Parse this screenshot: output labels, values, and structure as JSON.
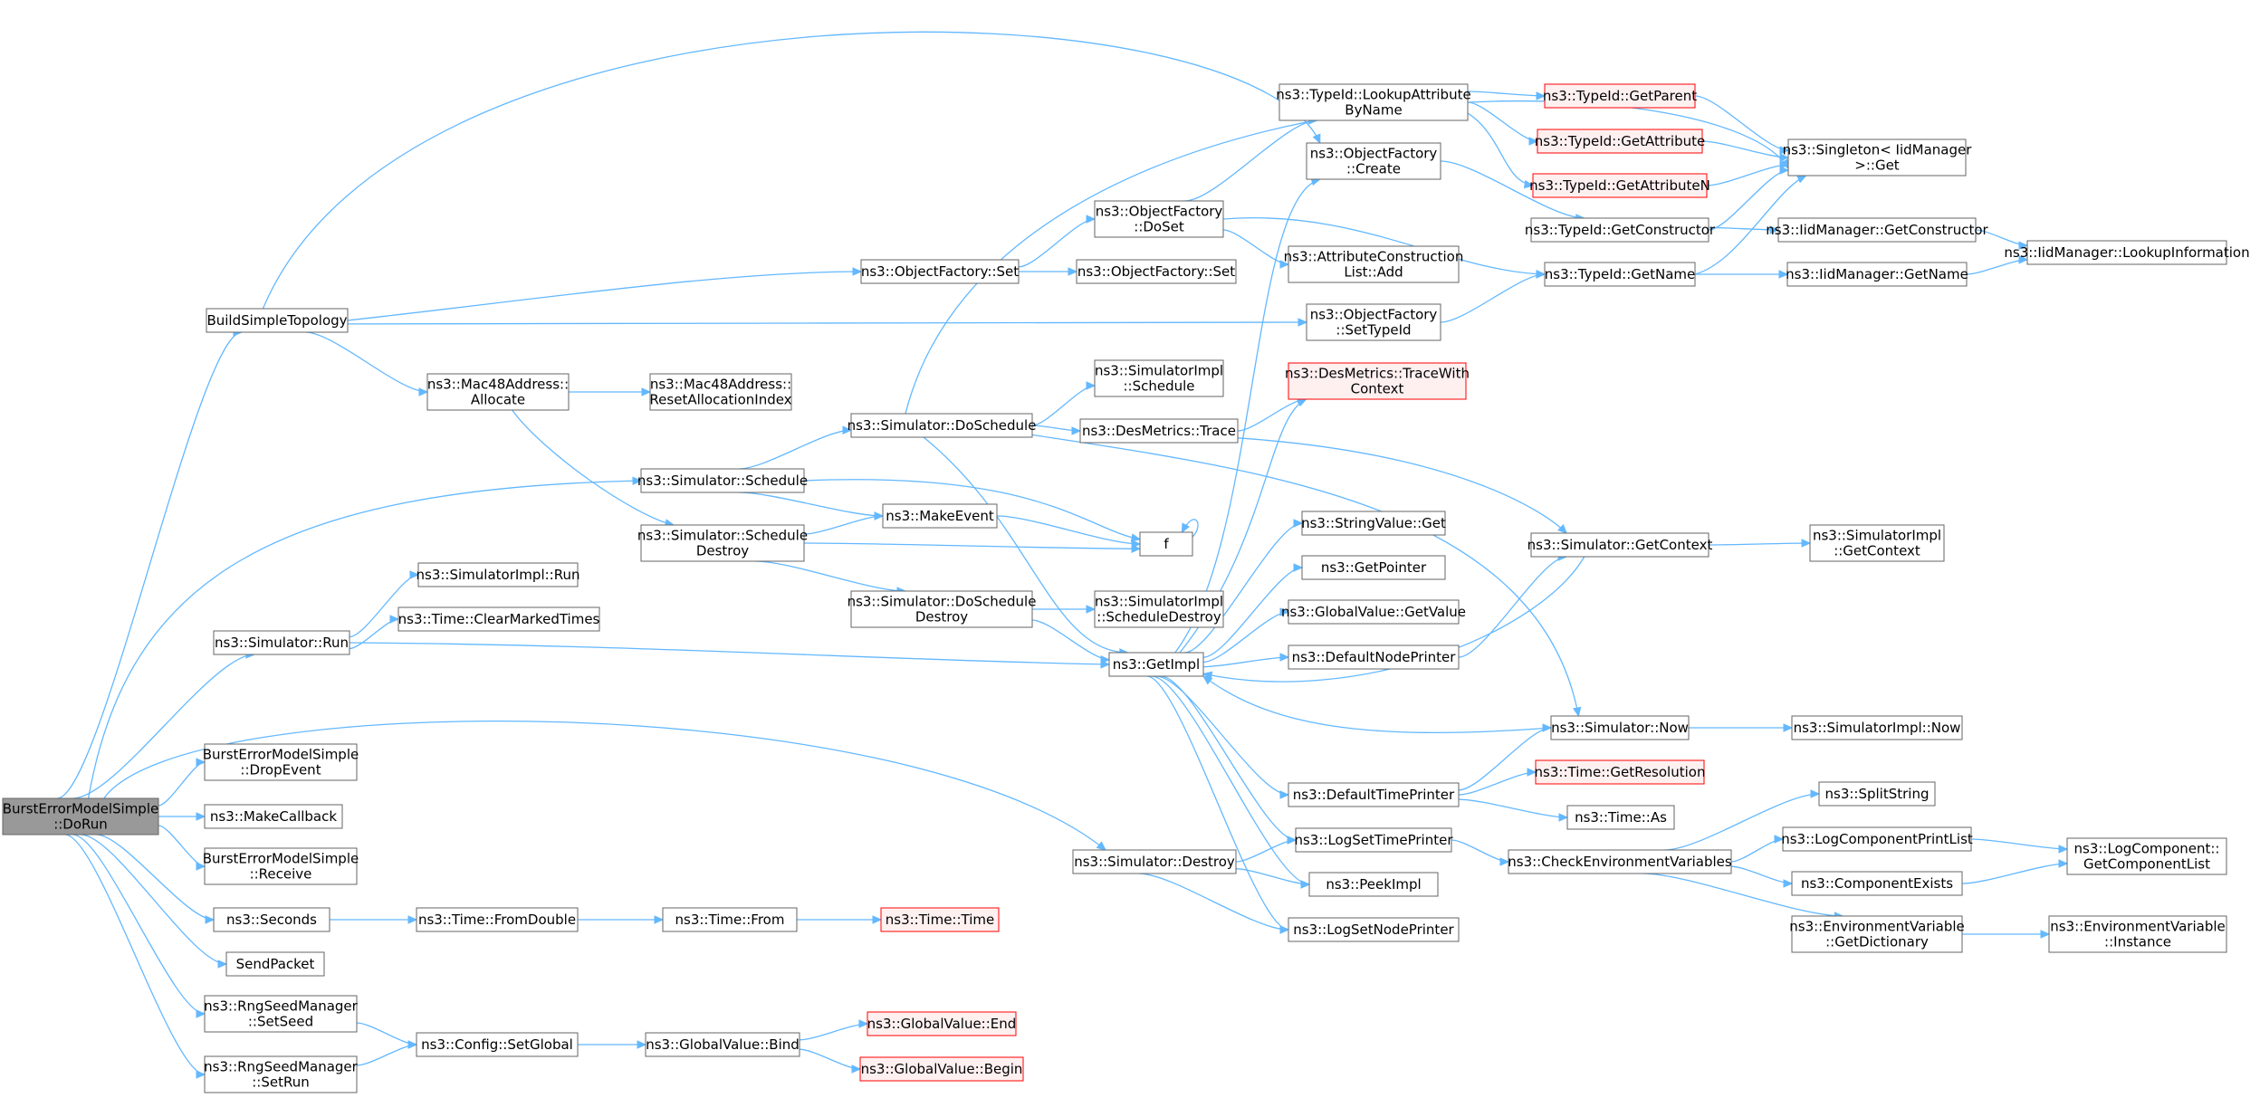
{
  "nodes": [
    {
      "id": "root",
      "lines": [
        "BurstErrorModelSimple",
        "::DoRun"
      ],
      "style": "root"
    },
    {
      "id": "bst",
      "lines": [
        "BuildSimpleTopology"
      ]
    },
    {
      "id": "dropev",
      "lines": [
        "BurstErrorModelSimple",
        "::DropEvent"
      ]
    },
    {
      "id": "mkcb",
      "lines": [
        "ns3::MakeCallback"
      ]
    },
    {
      "id": "recv",
      "lines": [
        "BurstErrorModelSimple",
        "::Receive"
      ]
    },
    {
      "id": "seconds",
      "lines": [
        "ns3::Seconds"
      ]
    },
    {
      "id": "sendp",
      "lines": [
        "SendPacket"
      ]
    },
    {
      "id": "setseed",
      "lines": [
        "ns3::RngSeedManager",
        "::SetSeed"
      ]
    },
    {
      "id": "setrun",
      "lines": [
        "ns3::RngSeedManager",
        "::SetRun"
      ]
    },
    {
      "id": "simrun",
      "lines": [
        "ns3::Simulator::Run"
      ]
    },
    {
      "id": "mac48alloc",
      "lines": [
        "ns3::Mac48Address::",
        "Allocate"
      ]
    },
    {
      "id": "mac48reset",
      "lines": [
        "ns3::Mac48Address::",
        "ResetAllocationIndex"
      ]
    },
    {
      "id": "simsched",
      "lines": [
        "ns3::Simulator::Schedule"
      ]
    },
    {
      "id": "simschedd",
      "lines": [
        "ns3::Simulator::Schedule",
        "Destroy"
      ]
    },
    {
      "id": "simimplrun",
      "lines": [
        "ns3::SimulatorImpl::Run"
      ]
    },
    {
      "id": "clrmarked",
      "lines": [
        "ns3::Time::ClearMarkedTimes"
      ]
    },
    {
      "id": "fromdouble",
      "lines": [
        "ns3::Time::FromDouble"
      ]
    },
    {
      "id": "timefrom",
      "lines": [
        "ns3::Time::From"
      ]
    },
    {
      "id": "timetime",
      "lines": [
        "ns3::Time::Time"
      ],
      "style": "red"
    },
    {
      "id": "cfgsetglobal",
      "lines": [
        "ns3::Config::SetGlobal"
      ]
    },
    {
      "id": "gvbind",
      "lines": [
        "ns3::GlobalValue::Bind"
      ]
    },
    {
      "id": "gvend",
      "lines": [
        "ns3::GlobalValue::End"
      ],
      "style": "red"
    },
    {
      "id": "gvbegin",
      "lines": [
        "ns3::GlobalValue::Begin"
      ],
      "style": "red"
    },
    {
      "id": "ofset",
      "lines": [
        "ns3::ObjectFactory::Set"
      ]
    },
    {
      "id": "ofset2",
      "lines": [
        "ns3::ObjectFactory::Set"
      ]
    },
    {
      "id": "simdosched",
      "lines": [
        "ns3::Simulator::DoSchedule"
      ]
    },
    {
      "id": "mkevent",
      "lines": [
        "ns3::MakeEvent"
      ]
    },
    {
      "id": "f",
      "lines": [
        "f"
      ]
    },
    {
      "id": "simdoschedd",
      "lines": [
        "ns3::Simulator::DoSchedule",
        "Destroy"
      ]
    },
    {
      "id": "getimpl",
      "lines": [
        "ns3::GetImpl"
      ]
    },
    {
      "id": "simdestroy",
      "lines": [
        "ns3::Simulator::Destroy"
      ]
    },
    {
      "id": "ofdoset",
      "lines": [
        "ns3::ObjectFactory",
        "::DoSet"
      ]
    },
    {
      "id": "simimplsched",
      "lines": [
        "ns3::SimulatorImpl",
        "::Schedule"
      ]
    },
    {
      "id": "destrace",
      "lines": [
        "ns3::DesMetrics::Trace"
      ]
    },
    {
      "id": "simimplschedd",
      "lines": [
        "ns3::SimulatorImpl",
        "::ScheduleDestroy"
      ]
    },
    {
      "id": "tidlookup",
      "lines": [
        "ns3::TypeId::LookupAttribute",
        "ByName"
      ]
    },
    {
      "id": "ofcreate",
      "lines": [
        "ns3::ObjectFactory",
        "::Create"
      ]
    },
    {
      "id": "attrconst",
      "lines": [
        "ns3::AttributeConstruction",
        "List::Add"
      ]
    },
    {
      "id": "ofsettid",
      "lines": [
        "ns3::ObjectFactory",
        "::SetTypeId"
      ]
    },
    {
      "id": "destracectx",
      "lines": [
        "ns3::DesMetrics::TraceWith",
        "Context"
      ],
      "style": "red"
    },
    {
      "id": "strvalget",
      "lines": [
        "ns3::StringValue::Get"
      ]
    },
    {
      "id": "getptr",
      "lines": [
        "ns3::GetPointer"
      ]
    },
    {
      "id": "gvgetvalue",
      "lines": [
        "ns3::GlobalValue::GetValue"
      ]
    },
    {
      "id": "defnodeprinter",
      "lines": [
        "ns3::DefaultNodePrinter"
      ]
    },
    {
      "id": "deftimeprinter",
      "lines": [
        "ns3::DefaultTimePrinter"
      ]
    },
    {
      "id": "logsettime",
      "lines": [
        "ns3::LogSetTimePrinter"
      ]
    },
    {
      "id": "peekimpl",
      "lines": [
        "ns3::PeekImpl"
      ]
    },
    {
      "id": "logsetnode",
      "lines": [
        "ns3::LogSetNodePrinter"
      ]
    },
    {
      "id": "tidgetparent",
      "lines": [
        "ns3::TypeId::GetParent"
      ],
      "style": "red"
    },
    {
      "id": "tidgetattr",
      "lines": [
        "ns3::TypeId::GetAttribute"
      ],
      "style": "red"
    },
    {
      "id": "tidgetattrn",
      "lines": [
        "ns3::TypeId::GetAttributeN"
      ],
      "style": "red"
    },
    {
      "id": "tidgetctor",
      "lines": [
        "ns3::TypeId::GetConstructor"
      ]
    },
    {
      "id": "tidgetname",
      "lines": [
        "ns3::TypeId::GetName"
      ]
    },
    {
      "id": "simgetctx",
      "lines": [
        "ns3::Simulator::GetContext"
      ]
    },
    {
      "id": "simnow",
      "lines": [
        "ns3::Simulator::Now"
      ]
    },
    {
      "id": "timegetres",
      "lines": [
        "ns3::Time::GetResolution"
      ],
      "style": "red"
    },
    {
      "id": "timeas",
      "lines": [
        "ns3::Time::As"
      ]
    },
    {
      "id": "checkenv",
      "lines": [
        "ns3::CheckEnvironmentVariables"
      ]
    },
    {
      "id": "singleton",
      "lines": [
        "ns3::Singleton< IidManager",
        ">::Get"
      ]
    },
    {
      "id": "iidgetctor",
      "lines": [
        "ns3::IidManager::GetConstructor"
      ]
    },
    {
      "id": "iidgetname",
      "lines": [
        "ns3::IidManager::GetName"
      ]
    },
    {
      "id": "simimplgetctx",
      "lines": [
        "ns3::SimulatorImpl",
        "::GetContext"
      ]
    },
    {
      "id": "simimplnow",
      "lines": [
        "ns3::SimulatorImpl::Now"
      ]
    },
    {
      "id": "splitstring",
      "lines": [
        "ns3::SplitString"
      ]
    },
    {
      "id": "logcompprint",
      "lines": [
        "ns3::LogComponentPrintList"
      ]
    },
    {
      "id": "compexists",
      "lines": [
        "ns3::ComponentExists"
      ]
    },
    {
      "id": "envgetdict",
      "lines": [
        "ns3::EnvironmentVariable",
        "::GetDictionary"
      ]
    },
    {
      "id": "iidlookupinfo",
      "lines": [
        "ns3::IidManager::LookupInformation"
      ]
    },
    {
      "id": "logcompgetlist",
      "lines": [
        "ns3::LogComponent::",
        "GetComponentList"
      ]
    },
    {
      "id": "envinstance",
      "lines": [
        "ns3::EnvironmentVariable",
        "::Instance"
      ]
    }
  ]
}
